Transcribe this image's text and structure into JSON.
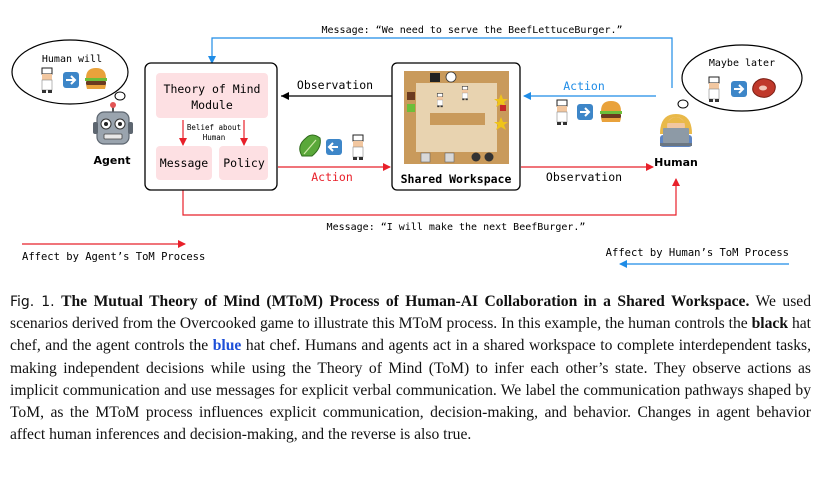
{
  "diagram": {
    "msg_top": "Message: “We need to serve the BeefLettuceBurger.”",
    "msg_bottom": "Message: “I will make the next BeefBurger.”",
    "bubble_agent": "Human will",
    "bubble_human": "Maybe later",
    "tom_line1": "Theory of Mind",
    "tom_line2": "Module",
    "belief_line1": "Belief about",
    "belief_line2": "Human",
    "message_box": "Message",
    "policy_box": "Policy",
    "observation_left": "Observation",
    "action_left": "Action",
    "action_right": "Action",
    "observation_right": "Observation",
    "workspace_label": "Shared Workspace",
    "agent_label": "Agent",
    "human_label": "Human",
    "legend_agent": "Affect by Agent’s ToM Process",
    "legend_human": "Affect by Human’s ToM Process",
    "colors": {
      "agent": "#e8202a",
      "human": "#1f8ce6",
      "pink": "#fde0e3"
    },
    "icons": [
      "robot-icon",
      "human-laptop-icon",
      "chef-icon",
      "burger-icon",
      "lettuce-icon",
      "steak-icon",
      "arrow-right-icon",
      "arrow-left-icon"
    ]
  },
  "caption": {
    "fig_label": "Fig. 1.",
    "title": "The Mutual Theory of Mind (MToM) Process of Human-AI Collaboration in a Shared Workspace.",
    "t1": " We used scenarios derived from the Overcooked game to illustrate this MToM process. In this example, the human controls the ",
    "black": "black",
    "t2": " hat chef, and the agent controls the ",
    "blue": "blue",
    "t3": " hat chef. Humans and agents act in a shared workspace to complete interdependent tasks, making independent decisions while using the Theory of Mind (ToM) to infer each other’s state. They observe actions as implicit communication and use messages for explicit verbal communication. We label the communication pathways shaped by ToM, as the MToM process influences explicit communication, decision-making, and behavior. Changes in agent behavior affect human inferences and decision-making, and the reverse is also true."
  }
}
